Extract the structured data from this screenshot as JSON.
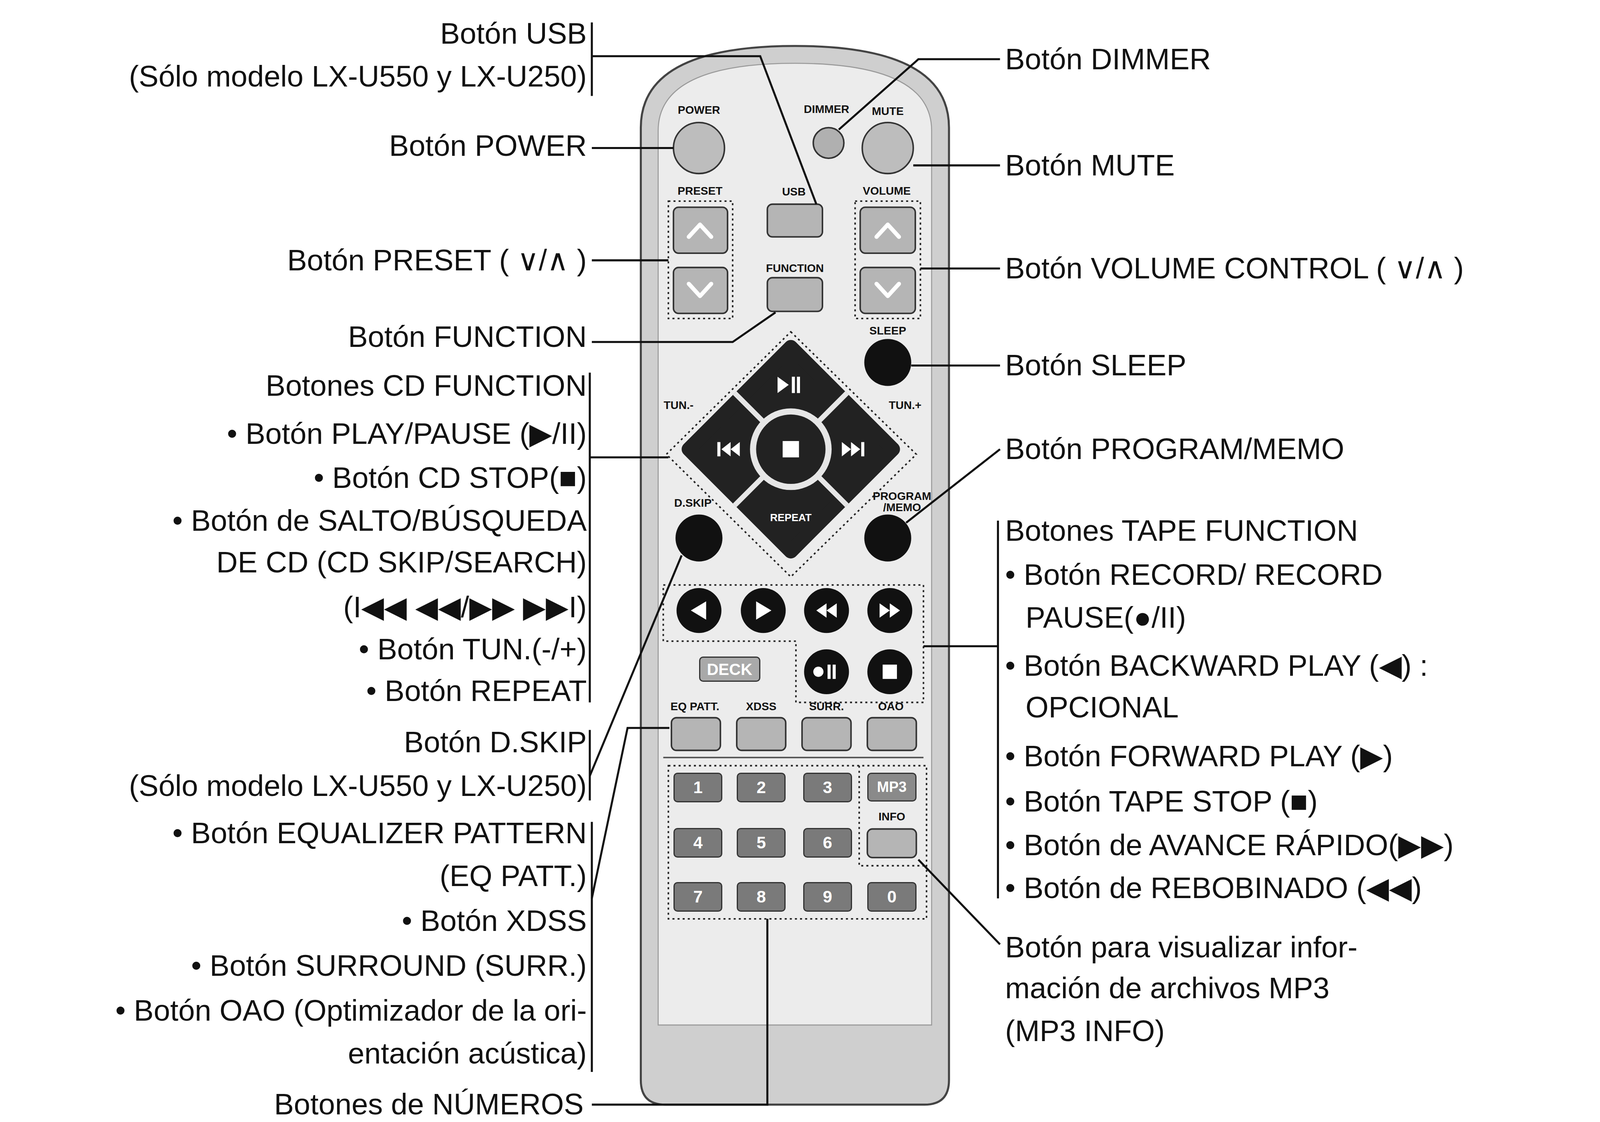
{
  "diagram": {
    "nodes": [
      {
        "text": [
          "DECK"
        ]
      },
      {
        "text": [
          "1"
        ]
      },
      {
        "text": [
          "2"
        ]
      },
      {
        "text": [
          "3"
        ]
      },
      {
        "text": [
          "MP3"
        ]
      },
      {
        "text": [
          "4"
        ]
      },
      {
        "text": [
          "5"
        ]
      },
      {
        "text": [
          "6"
        ]
      },
      {
        "text": [
          "7"
        ]
      },
      {
        "text": [
          "8"
        ]
      },
      {
        "text": [
          "9"
        ]
      },
      {
        "text": [
          "0"
        ]
      }
    ],
    "labels": [
      "Botón USB",
      "(Sólo modelo LX-U550 y LX-U250)",
      "Botón POWER",
      "Botón PRESET ( ∨/∧ )",
      "Botón FUNCTION",
      "Botones CD FUNCTION",
      "• Botón PLAY/PAUSE (▶/II)",
      "• Botón CD STOP(■)",
      "• Botón de SALTO/BÚSQUEDA",
      "DE CD (CD SKIP/SEARCH)",
      "(I◀◀ ◀◀/▶▶ ▶▶I)",
      "• Botón TUN.(-/+)",
      "• Botón REPEAT",
      "Botón D.SKIP",
      "(Sólo modelo LX-U550 y LX-U250)",
      "• Botón EQUALIZER PATTERN",
      "(EQ PATT.)",
      "• Botón XDSS",
      "• Botón SURROUND (SURR.)",
      "• Botón OAO (Optimizador de la ori-",
      "entación acústica)",
      "Botones de NÚMEROS",
      "Botón DIMMER",
      "Botón MUTE",
      "Botón VOLUME CONTROL ( ∨/∧ )",
      "Botón SLEEP",
      "Botón PROGRAM/MEMO",
      "Botones TAPE FUNCTION",
      "• Botón RECORD/ RECORD",
      "PAUSE(●/II)",
      "• Botón BACKWARD PLAY (◀) :",
      "OPCIONAL",
      "• Botón FORWARD PLAY (▶)",
      "• Botón TAPE STOP (■)",
      "• Botón de AVANCE RÁPIDO(▶▶)",
      "• Botón de REBOBINADO (◀◀)",
      "Botón para visualizar infor-",
      "mación de archivos MP3",
      "(MP3 INFO)",
      "POWER",
      "DIMMER",
      "MUTE",
      "PRESET",
      "USB",
      "VOLUME",
      "FUNCTION",
      "SLEEP",
      "TUN.-",
      "TUN.+",
      "D.SKIP",
      "PROGRAM",
      "/MEMO",
      "REPEAT",
      "EQ PATT.",
      "XDSS",
      "SURR.",
      "OAO",
      "INFO"
    ]
  }
}
